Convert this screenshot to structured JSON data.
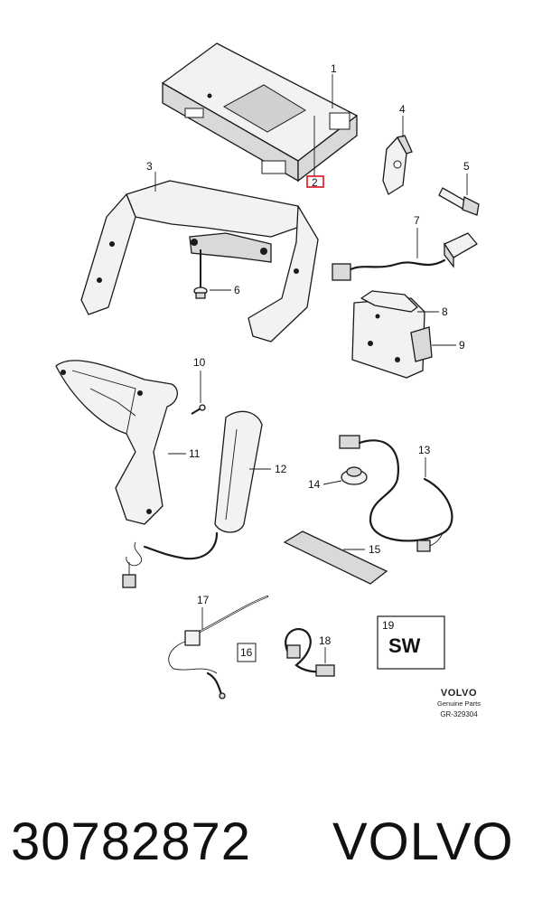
{
  "callouts": {
    "c1": "1",
    "c2": "2",
    "c3": "3",
    "c4": "4",
    "c5": "5",
    "c6": "6",
    "c7": "7",
    "c8": "8",
    "c9": "9",
    "c10": "10",
    "c11": "11",
    "c12": "12",
    "c13": "13",
    "c14": "14",
    "c15": "15",
    "c16": "16",
    "c17": "17",
    "c18": "18",
    "c19": "19"
  },
  "sw_label": "SW",
  "brand": {
    "name": "VOLVO",
    "subtitle": "Genuine Parts",
    "code": "GR-329304"
  },
  "footer": {
    "part_number": "30782872",
    "brand": "VOLVO"
  },
  "colors": {
    "highlight": "#e0101a",
    "line": "#1a1a1a"
  }
}
